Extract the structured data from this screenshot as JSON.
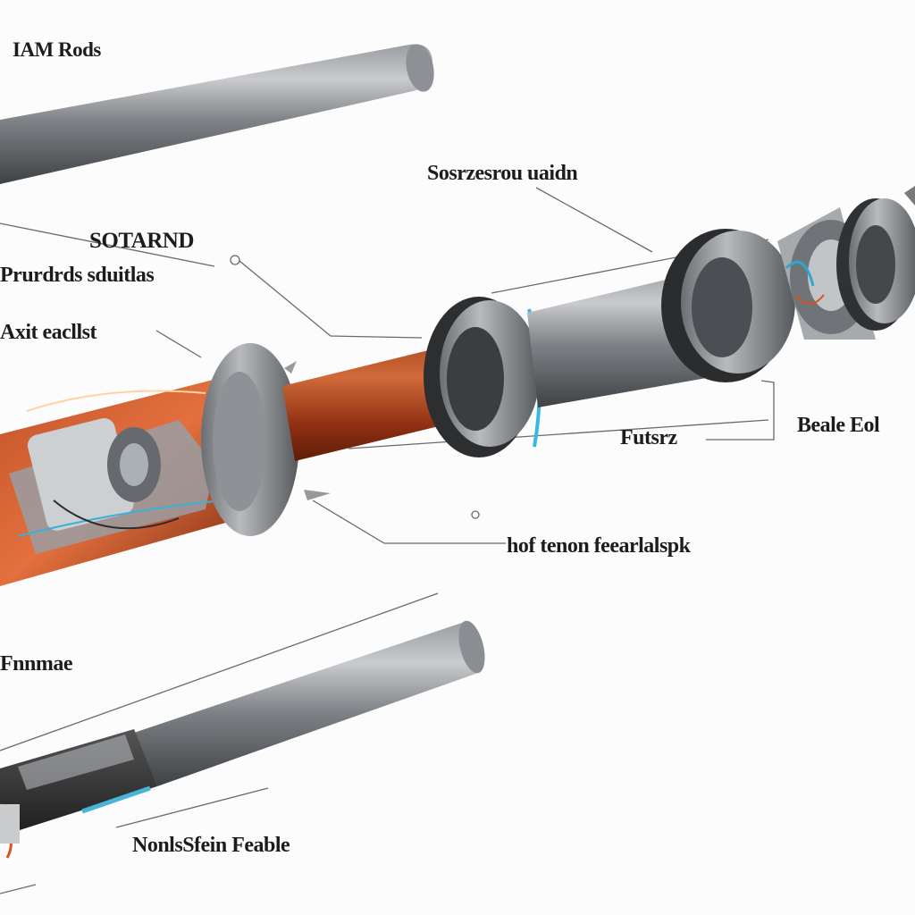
{
  "diagram": {
    "labels": {
      "iam_rods": "IAM Rods",
      "sosrzesrou": "Sosrzesrou uaidn",
      "sotarnd": "SOTARND",
      "prurdrds": "Prurdrds sduitlas",
      "axitenclist": "Axit eacllst",
      "futsrz": "Futsrz",
      "beale": "Beale Eol",
      "hof_tenon": "hof tenon feearlalspk",
      "fnnnmae": "Fnnmae",
      "nonslsfein": "NonlsSfein Feable"
    }
  }
}
